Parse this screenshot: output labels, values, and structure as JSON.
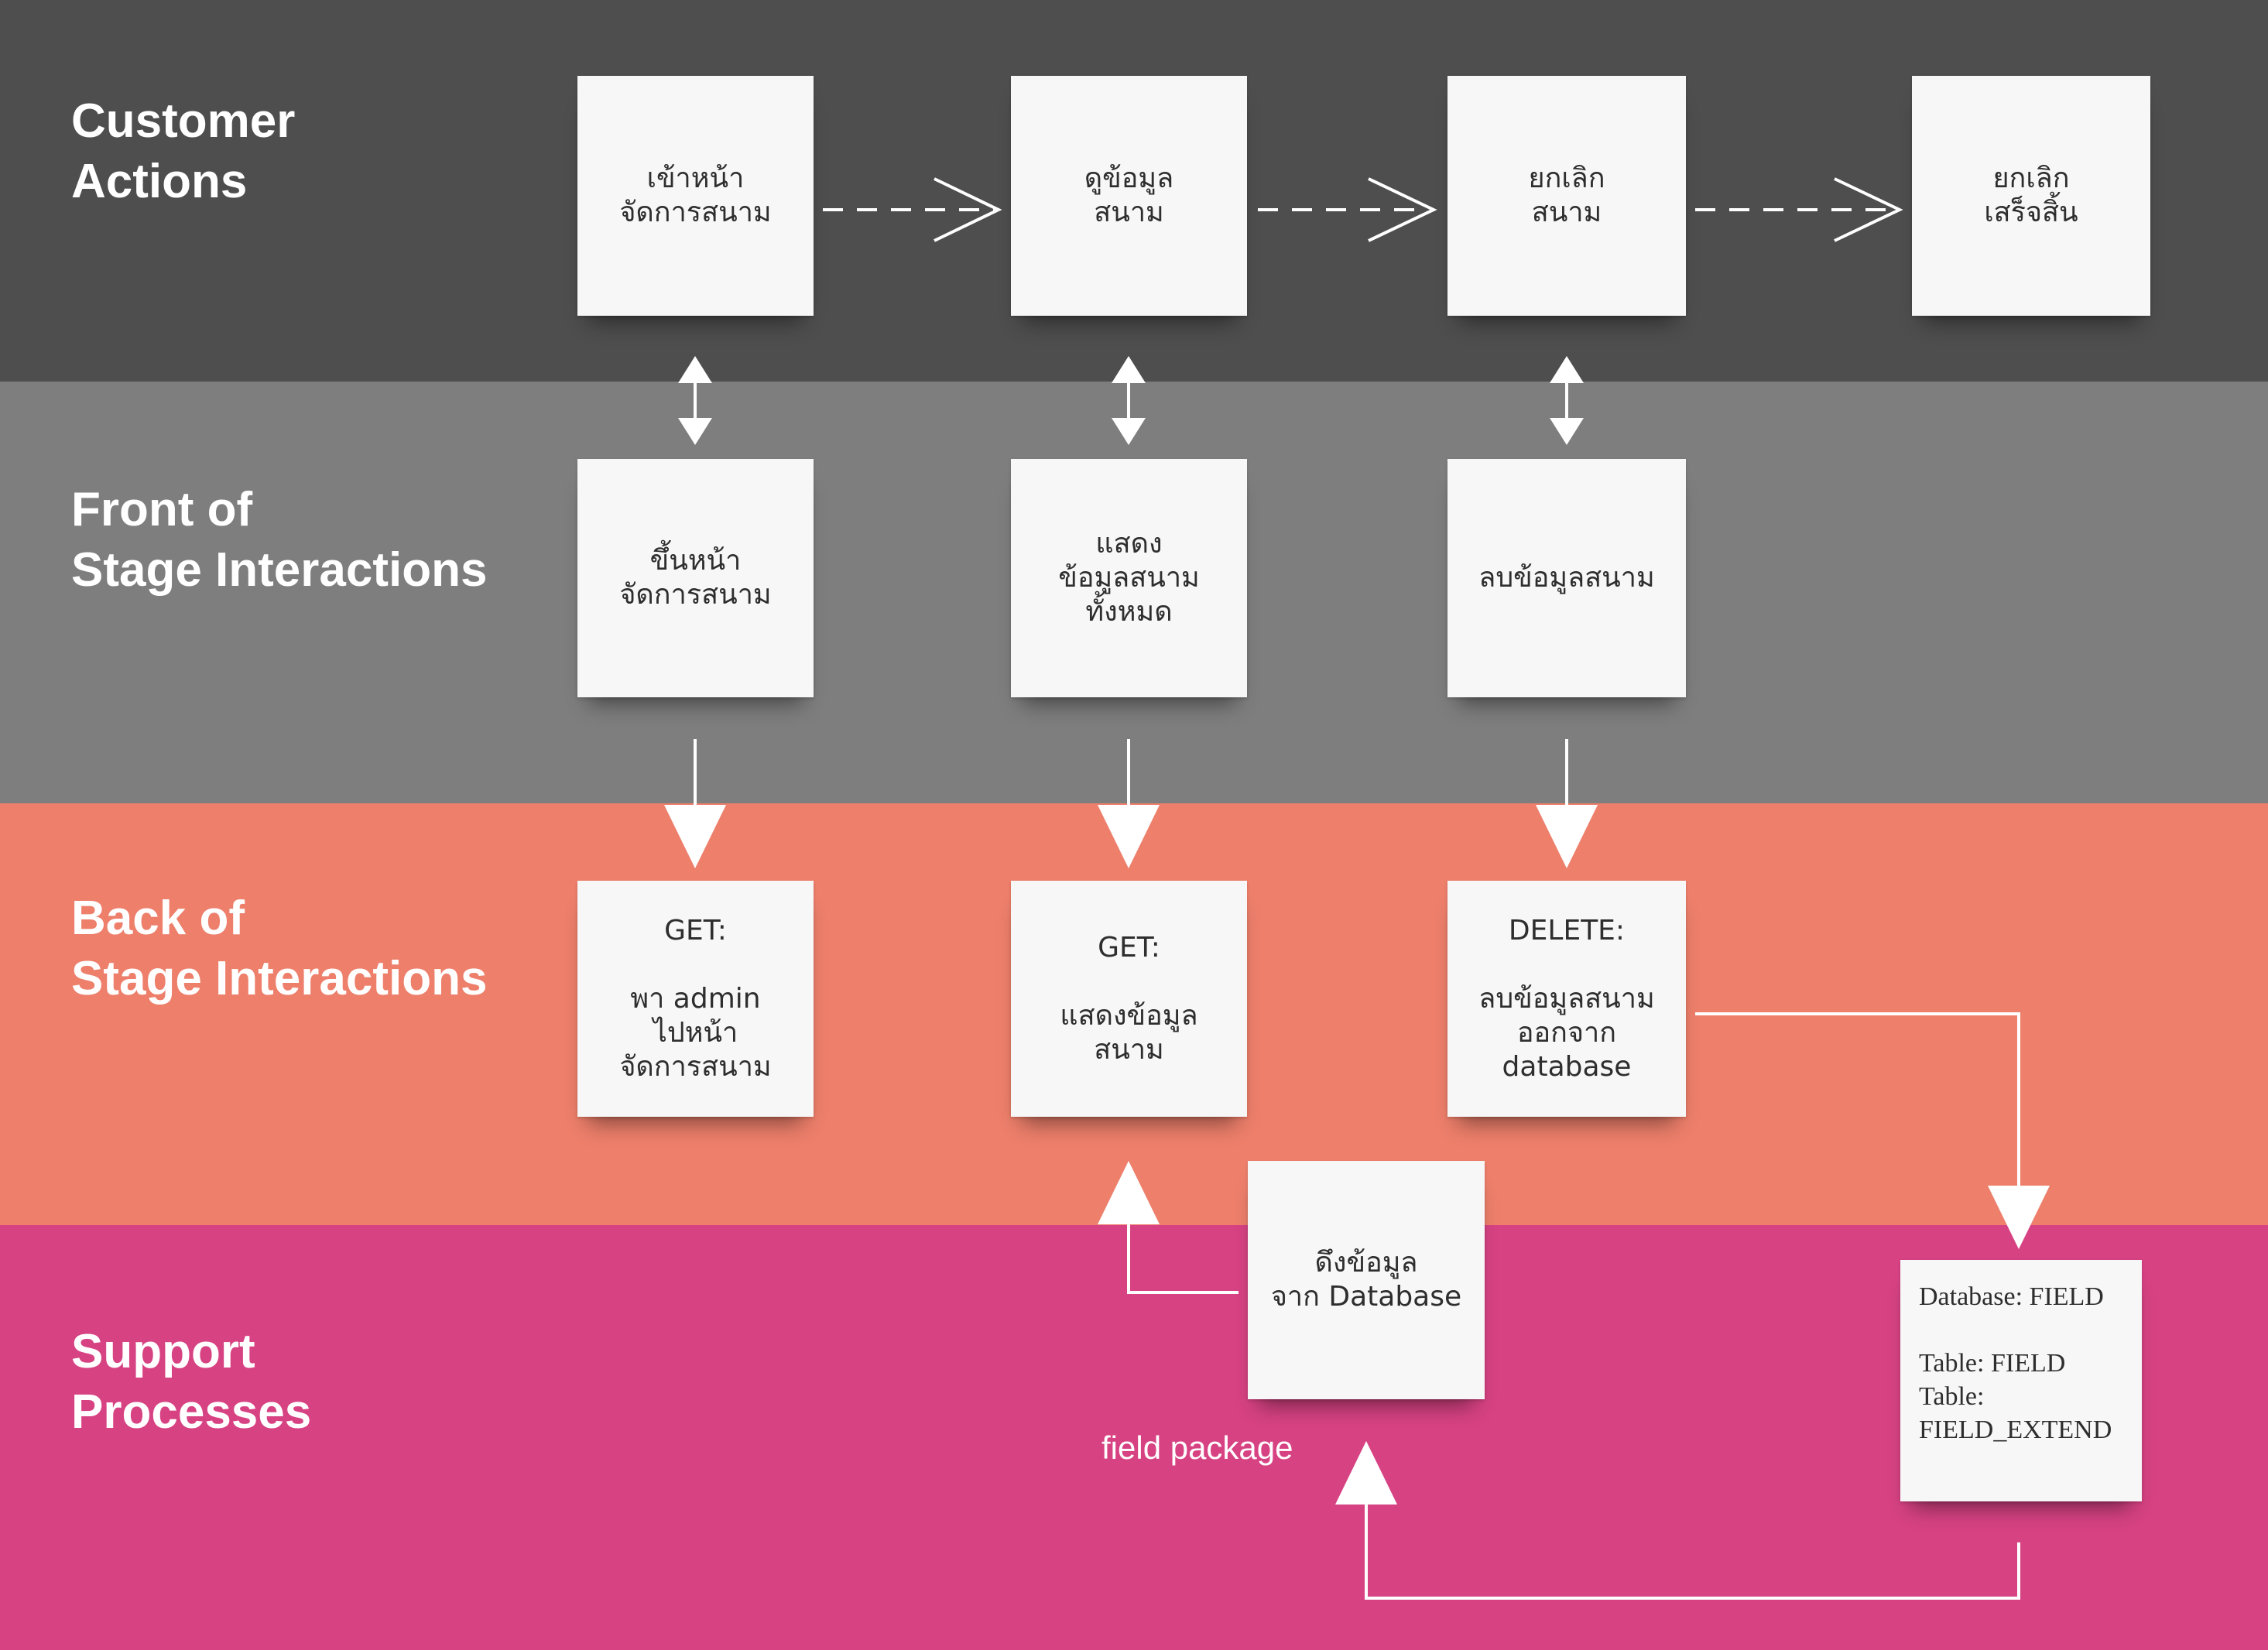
{
  "lanes": {
    "customer": "Customer\nActions",
    "front": "Front of\nStage Interactions",
    "back": "Back of\nStage Interactions",
    "support": "Support\nProcesses"
  },
  "notes": {
    "customer_1": "เข้าหน้า\nจัดการสนาม",
    "customer_2": "ดูข้อมูล\nสนาม",
    "customer_3": "ยกเลิก\nสนาม",
    "customer_4": "ยกเลิก\nเสร็จสิ้น",
    "front_1": "ขึ้นหน้า\nจัดการสนาม",
    "front_2": "แสดง\nข้อมูลสนาม\nทั้งหมด",
    "front_3": "ลบข้อมูลสนาม",
    "back_1": "GET:\n\nพา admin\nไปหน้า\nจัดการสนาม",
    "back_2": "GET:\n\nแสดงข้อมูล\nสนาม",
    "back_3": "DELETE:\n\nลบข้อมูลสนาม\nออกจาก\ndatabase",
    "support_1": "ดึงข้อมูล\nจาก Database",
    "database": "Database: FIELD\n\nTable: FIELD\nTable:\nFIELD_EXTEND"
  },
  "arrow_labels": {
    "field_package": "field package"
  },
  "colors": {
    "customer_lane": "#4e4e4e",
    "front_lane": "#7e7e7e",
    "back_lane": "#ed7f6b",
    "support_lane": "#d74283",
    "note": "#f7f7f7",
    "arrow": "#ffffff"
  }
}
